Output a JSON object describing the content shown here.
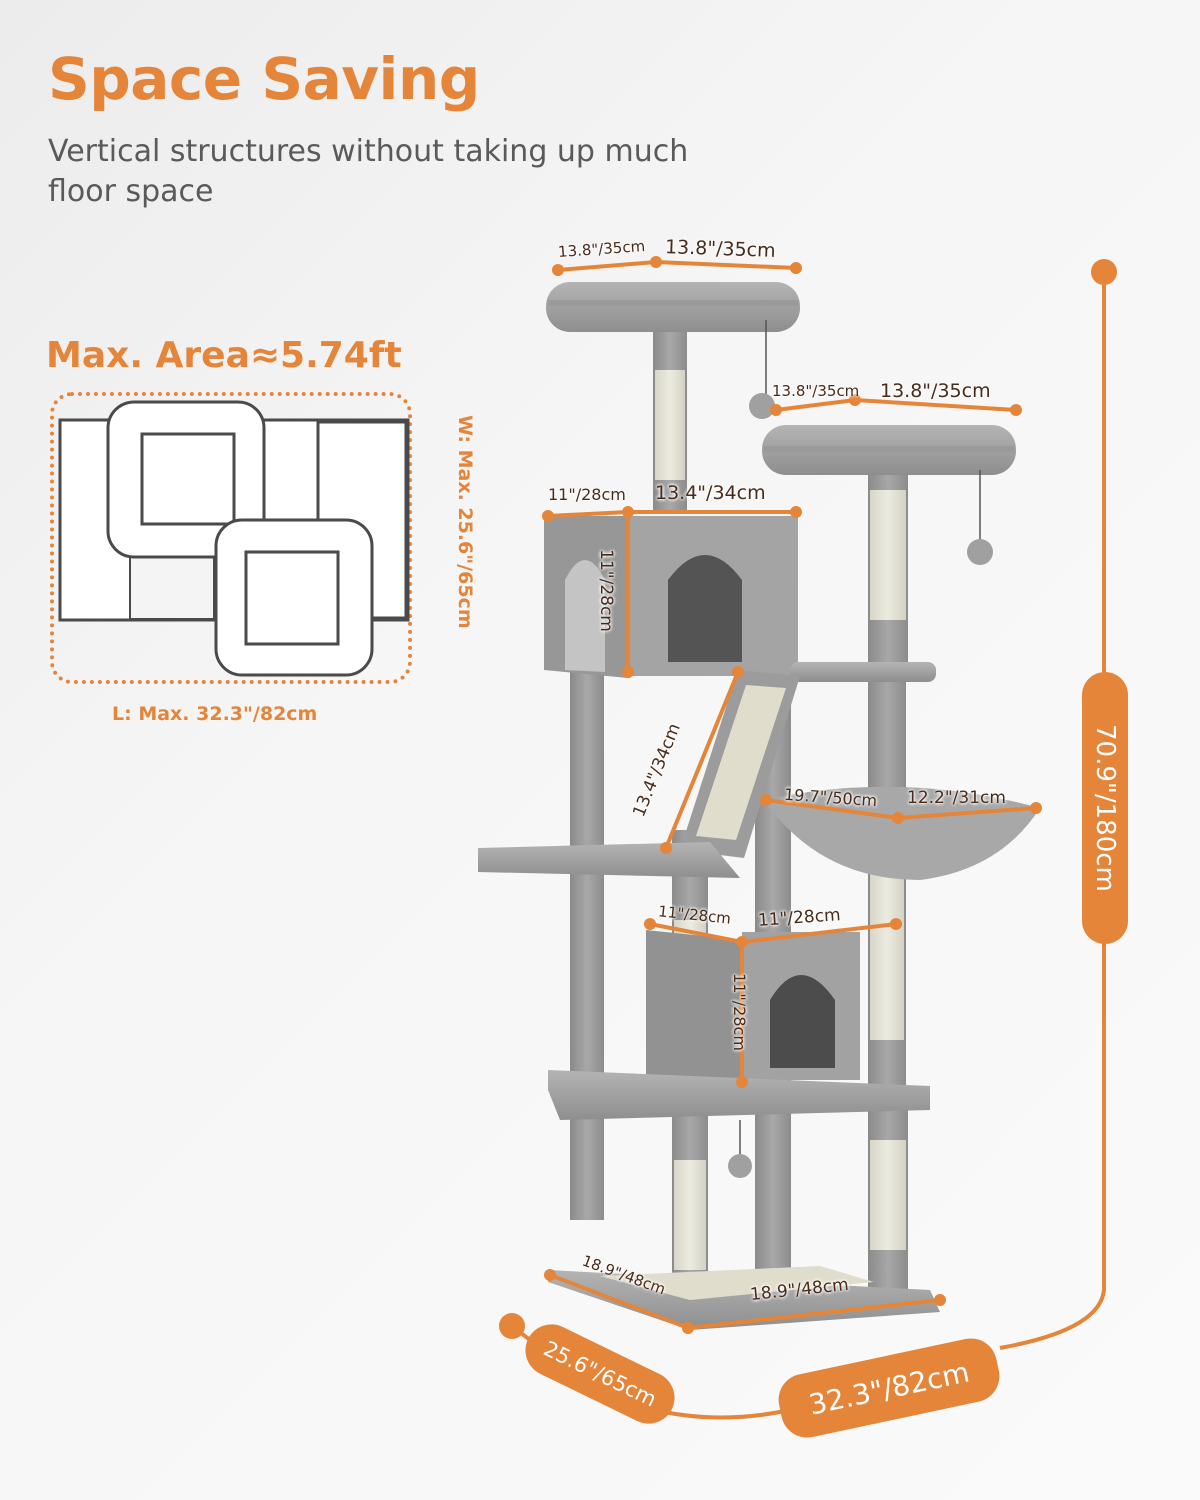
{
  "header": {
    "title": "Space Saving",
    "subtitle": "Vertical structures without taking up much floor space"
  },
  "footprint": {
    "title": "Max. Area≈5.74ft",
    "width_label": "W: Max. 25.6\"/65cm",
    "length_label": "L: Max. 32.3\"/82cm"
  },
  "colors": {
    "accent": "#e5853a",
    "plush_gray": "#9c9c9c",
    "sisal": "#e4e2d6",
    "dim_text": "#4a2b1a"
  },
  "dimensions": {
    "top_perch_depth": "13.8\"/35cm",
    "top_perch_width": "13.8\"/35cm",
    "second_perch_depth": "13.8\"/35cm",
    "second_perch_width": "13.8\"/35cm",
    "upper_condo_depth": "11\"/28cm",
    "upper_condo_width": "13.4\"/34cm",
    "upper_condo_height": "11\"/28cm",
    "ramp_length": "13.4\"/34cm",
    "hammock_length": "19.7\"/50cm",
    "hammock_width": "12.2\"/31cm",
    "lower_condo_depth": "11\"/28cm",
    "lower_condo_width": "11\"/28cm",
    "lower_condo_height": "11\"/28cm",
    "base_depth": "18.9\"/48cm",
    "base_width": "18.9\"/48cm",
    "overall_width": "25.6\"/65cm",
    "overall_length": "32.3\"/82cm",
    "overall_height": "70.9\"/180cm"
  }
}
